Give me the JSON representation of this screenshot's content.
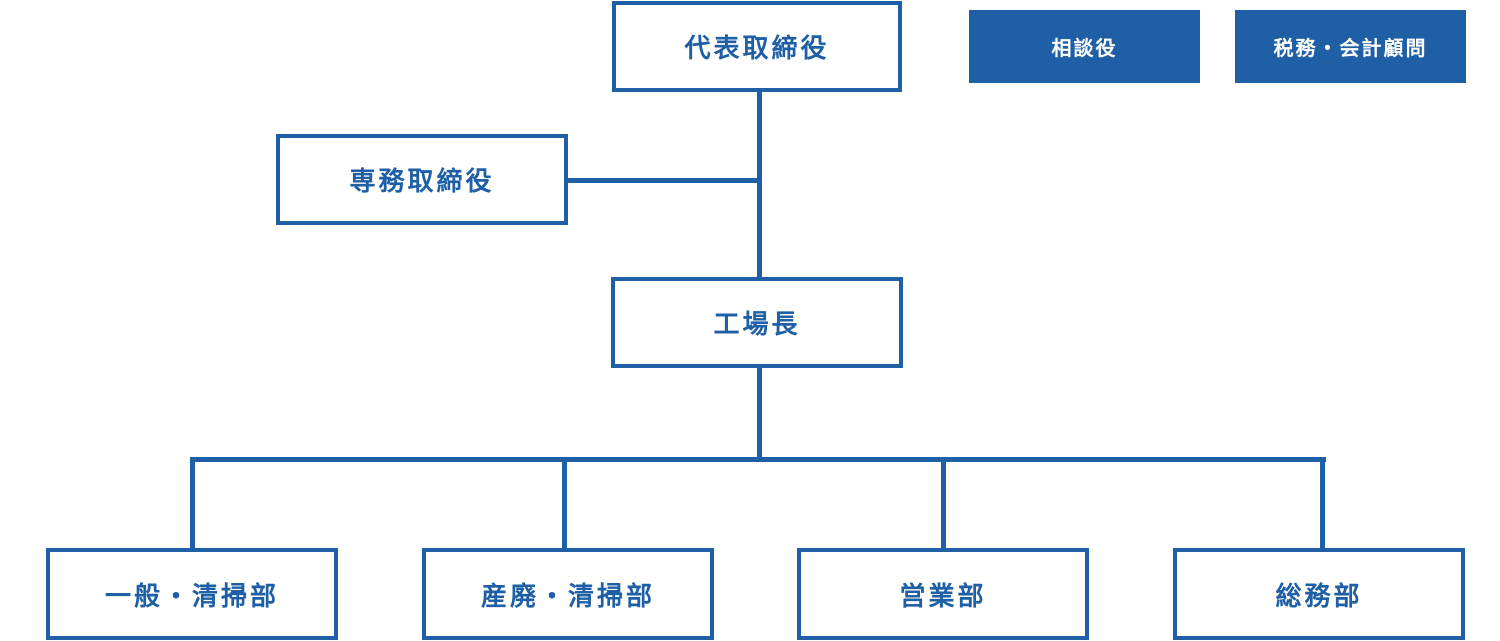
{
  "colors": {
    "primary": "#1e5fa6",
    "background": "#ffffff"
  },
  "nodes": {
    "president": "代表取締役",
    "managing_director": "専務取締役",
    "advisor": "相談役",
    "tax_accounting_advisor": "税務・会計顧問",
    "plant_manager": "工場長",
    "departments": [
      "一般・清掃部",
      "産廃・清掃部",
      "営業部",
      "総務部"
    ]
  }
}
